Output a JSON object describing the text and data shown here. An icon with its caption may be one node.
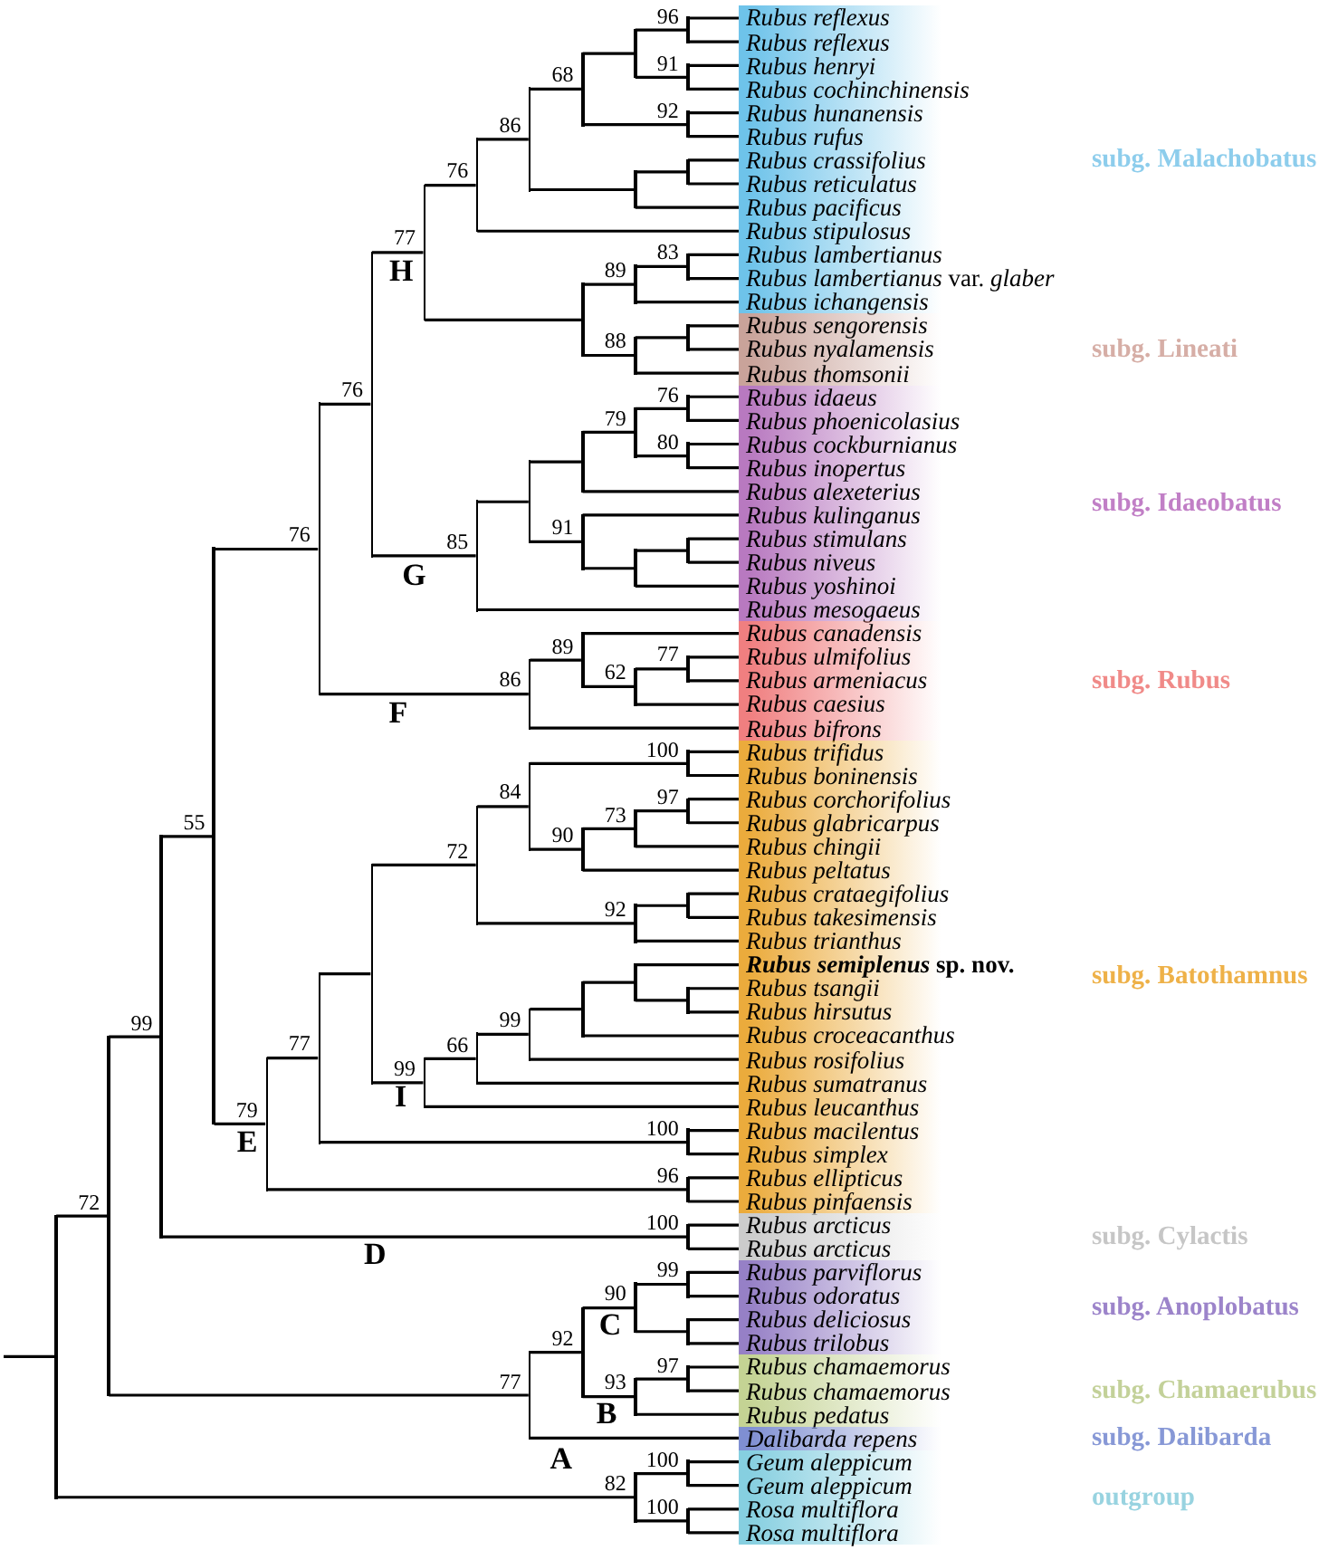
{
  "diagram": {
    "nodes": [
      {
        "text": [
          "subg. Malachobatus"
        ]
      },
      {
        "text": [
          "Rubus reflexus"
        ],
        "in": 0
      },
      {
        "text": [
          "Rubus reflexus"
        ],
        "in": 0
      },
      {
        "text": [
          "Rubus henryi"
        ],
        "in": 0
      },
      {
        "text": [
          "Rubus cochinchinensis"
        ],
        "in": 0
      },
      {
        "text": [
          "Rubus hunanensis"
        ],
        "in": 0
      },
      {
        "text": [
          "Rubus rufus"
        ],
        "in": 0
      },
      {
        "text": [
          "Rubus crassifolius"
        ],
        "in": 0
      },
      {
        "text": [
          "Rubus reticulatus"
        ],
        "in": 0
      },
      {
        "text": [
          "Rubus pacificus"
        ],
        "in": 0
      },
      {
        "text": [
          "Rubus stipulosus"
        ],
        "in": 0
      },
      {
        "text": [
          "Rubus lambertianus"
        ],
        "in": 0
      },
      {
        "text": [
          "*Rubus lambertianus* var. *glaber*"
        ],
        "in": 0
      },
      {
        "text": [
          "Rubus ichangensis"
        ],
        "in": 0
      },
      {
        "text": [
          "subg. Lineati"
        ]
      },
      {
        "text": [
          "Rubus sengorensis"
        ],
        "in": 14
      },
      {
        "text": [
          "Rubus nyalamensis"
        ],
        "in": 14
      },
      {
        "text": [
          "Rubus thomsonii"
        ],
        "in": 14
      },
      {
        "text": [
          "subg. Idaeobatus"
        ]
      },
      {
        "text": [
          "Rubus idaeus"
        ],
        "in": 18
      },
      {
        "text": [
          "Rubus phoenicolasius"
        ],
        "in": 18
      },
      {
        "text": [
          "Rubus cockburnianus"
        ],
        "in": 18
      },
      {
        "text": [
          "Rubus inopertus"
        ],
        "in": 18
      },
      {
        "text": [
          "Rubus alexeterius"
        ],
        "in": 18
      },
      {
        "text": [
          "Rubus kulinganus"
        ],
        "in": 18
      },
      {
        "text": [
          "Rubus stimulans"
        ],
        "in": 18
      },
      {
        "text": [
          "Rubus niveus"
        ],
        "in": 18
      },
      {
        "text": [
          "Rubus yoshinoi"
        ],
        "in": 18
      },
      {
        "text": [
          "Rubus mesogaeus"
        ],
        "in": 18
      },
      {
        "text": [
          "subg. Rubus"
        ]
      },
      {
        "text": [
          "Rubus canadensis"
        ],
        "in": 29
      },
      {
        "text": [
          "Rubus ulmifolius"
        ],
        "in": 29
      },
      {
        "text": [
          "Rubus armeniacus"
        ],
        "in": 29
      },
      {
        "text": [
          "Rubus caesius"
        ],
        "in": 29
      },
      {
        "text": [
          "Rubus bifrons"
        ],
        "in": 29
      },
      {
        "text": [
          "subg. Batothamnus"
        ]
      },
      {
        "text": [
          "Rubus trifidus"
        ],
        "in": 35
      },
      {
        "text": [
          "Rubus boninensis"
        ],
        "in": 35
      },
      {
        "text": [
          "Rubus corchorifolius"
        ],
        "in": 35
      },
      {
        "text": [
          "Rubus glabricarpus"
        ],
        "in": 35
      },
      {
        "text": [
          "Rubus chingii"
        ],
        "in": 35
      },
      {
        "text": [
          "Rubus peltatus"
        ],
        "in": 35
      },
      {
        "text": [
          "Rubus crataegifolius"
        ],
        "in": 35
      },
      {
        "text": [
          "Rubus takesimensis"
        ],
        "in": 35
      },
      {
        "text": [
          "Rubus trianthus"
        ],
        "in": 35
      },
      {
        "text": [
          "*Rubus semiplenus* sp. nov."
        ],
        "in": 35
      },
      {
        "text": [
          "Rubus tsangii"
        ],
        "in": 35
      },
      {
        "text": [
          "Rubus hirsutus"
        ],
        "in": 35
      },
      {
        "text": [
          "Rubus croceacanthus"
        ],
        "in": 35
      },
      {
        "text": [
          "Rubus rosifolius"
        ],
        "in": 35
      },
      {
        "text": [
          "Rubus sumatranus"
        ],
        "in": 35
      },
      {
        "text": [
          "Rubus leucanthus"
        ],
        "in": 35
      },
      {
        "text": [
          "Rubus macilentus"
        ],
        "in": 35
      },
      {
        "text": [
          "Rubus simplex"
        ],
        "in": 35
      },
      {
        "text": [
          "Rubus ellipticus"
        ],
        "in": 35
      },
      {
        "text": [
          "Rubus pinfaensis"
        ],
        "in": 35
      },
      {
        "text": [
          "subg. Cylactis"
        ]
      },
      {
        "text": [
          "Rubus arcticus"
        ],
        "in": 56
      },
      {
        "text": [
          "Rubus arcticus"
        ],
        "in": 56
      },
      {
        "text": [
          "subg. Anoplobatus"
        ]
      },
      {
        "text": [
          "Rubus parviflorus"
        ],
        "in": 59
      },
      {
        "text": [
          "Rubus odoratus"
        ],
        "in": 59
      },
      {
        "text": [
          "Rubus deliciosus"
        ],
        "in": 59
      },
      {
        "text": [
          "Rubus trilobus"
        ],
        "in": 59
      },
      {
        "text": [
          "subg. Chamaerubus"
        ]
      },
      {
        "text": [
          "Rubus chamaemorus"
        ],
        "in": 64
      },
      {
        "text": [
          "Rubus chamaemorus"
        ],
        "in": 64
      },
      {
        "text": [
          "Rubus pedatus"
        ],
        "in": 64
      },
      {
        "text": [
          "subg. Dalibarda"
        ]
      },
      {
        "text": [
          "Dalibarda repens"
        ],
        "in": 68
      },
      {
        "text": [
          "outgroup"
        ]
      },
      {
        "text": [
          "Geum aleppicum"
        ],
        "in": 70
      },
      {
        "text": [
          "Geum aleppicum"
        ],
        "in": 70
      },
      {
        "text": [
          "Rosa multiflora"
        ],
        "in": 70
      },
      {
        "text": [
          "Rosa multiflora"
        ],
        "in": 70
      },
      {
        "text": [],
        "shape": "line"
      },
      {
        "text": [],
        "shape": "line",
        "beside": [
          "72"
        ]
      },
      {
        "text": [],
        "shape": "line",
        "beside": [
          "99"
        ]
      },
      {
        "text": [],
        "shape": "line",
        "beside": [
          "55"
        ]
      },
      {
        "text": [],
        "shape": "line",
        "beside": [
          "76"
        ]
      },
      {
        "text": [],
        "shape": "line",
        "beside": [
          "76"
        ]
      },
      {
        "text": [],
        "shape": "line",
        "beside": [
          "77",
          "H"
        ]
      },
      {
        "text": [],
        "shape": "line",
        "beside": [
          "76"
        ]
      },
      {
        "text": [],
        "shape": "line",
        "beside": [
          "86"
        ]
      },
      {
        "text": [],
        "shape": "line",
        "beside": [
          "68"
        ]
      },
      {
        "text": [],
        "shape": "line"
      },
      {
        "text": [],
        "shape": "line",
        "beside": [
          "96"
        ]
      },
      {
        "text": [],
        "shape": "line",
        "beside": [
          "91"
        ]
      },
      {
        "text": [],
        "shape": "line",
        "beside": [
          "92"
        ]
      },
      {
        "text": [],
        "shape": "line"
      },
      {
        "text": [],
        "shape": "line"
      },
      {
        "text": [],
        "shape": "line"
      },
      {
        "text": [],
        "shape": "line",
        "beside": [
          "89"
        ]
      },
      {
        "text": [],
        "shape": "line",
        "beside": [
          "83"
        ]
      },
      {
        "text": [],
        "shape": "line",
        "beside": [
          "88"
        ]
      },
      {
        "text": [],
        "shape": "line"
      },
      {
        "text": [],
        "shape": "line",
        "beside": [
          "85",
          "G"
        ]
      },
      {
        "text": [],
        "shape": "line"
      },
      {
        "text": [],
        "shape": "line"
      },
      {
        "text": [],
        "shape": "line",
        "beside": [
          "79"
        ]
      },
      {
        "text": [],
        "shape": "line",
        "beside": [
          "76"
        ]
      },
      {
        "text": [],
        "shape": "line",
        "beside": [
          "80"
        ]
      },
      {
        "text": [],
        "shape": "line",
        "beside": [
          "91"
        ]
      },
      {
        "text": [],
        "shape": "line"
      },
      {
        "text": [],
        "shape": "line"
      },
      {
        "text": [],
        "shape": "line",
        "beside": [
          "86",
          "F"
        ]
      },
      {
        "text": [],
        "shape": "line",
        "beside": [
          "89"
        ]
      },
      {
        "text": [],
        "shape": "line",
        "beside": [
          "62"
        ]
      },
      {
        "text": [],
        "shape": "line",
        "beside": [
          "77"
        ]
      },
      {
        "text": [],
        "shape": "line",
        "beside": [
          "79",
          "E"
        ]
      },
      {
        "text": [],
        "shape": "line",
        "beside": [
          "77"
        ]
      },
      {
        "text": [],
        "shape": "line"
      },
      {
        "text": [],
        "shape": "line",
        "beside": [
          "72"
        ]
      },
      {
        "text": [],
        "shape": "line",
        "beside": [
          "84"
        ]
      },
      {
        "text": [],
        "shape": "line",
        "beside": [
          "100"
        ]
      },
      {
        "text": [],
        "shape": "line",
        "beside": [
          "90"
        ]
      },
      {
        "text": [],
        "shape": "line",
        "beside": [
          "73"
        ]
      },
      {
        "text": [],
        "shape": "line",
        "beside": [
          "97"
        ]
      },
      {
        "text": [],
        "shape": "line",
        "beside": [
          "92"
        ]
      },
      {
        "text": [],
        "shape": "line"
      },
      {
        "text": [],
        "shape": "line",
        "beside": [
          "99",
          "I"
        ]
      },
      {
        "text": [],
        "shape": "line",
        "beside": [
          "66"
        ]
      },
      {
        "text": [],
        "shape": "line",
        "beside": [
          "99"
        ]
      },
      {
        "text": [],
        "shape": "line"
      },
      {
        "text": [],
        "shape": "line"
      },
      {
        "text": [],
        "shape": "line"
      },
      {
        "text": [],
        "shape": "line",
        "beside": [
          "100"
        ]
      },
      {
        "text": [],
        "shape": "line",
        "beside": [
          "96"
        ]
      },
      {
        "text": [],
        "shape": "line",
        "beside": [
          "100"
        ]
      },
      {
        "text": [],
        "shape": "line",
        "beside": [
          "77",
          "A"
        ]
      },
      {
        "text": [],
        "shape": "line",
        "beside": [
          "92"
        ]
      },
      {
        "text": [],
        "shape": "line",
        "beside": [
          "90",
          "C"
        ]
      },
      {
        "text": [],
        "shape": "line",
        "beside": [
          "99"
        ]
      },
      {
        "text": [],
        "shape": "line"
      },
      {
        "text": [],
        "shape": "line",
        "beside": [
          "93",
          "B"
        ]
      },
      {
        "text": [],
        "shape": "line",
        "beside": [
          "97"
        ]
      },
      {
        "text": [],
        "shape": "line",
        "beside": [
          "82"
        ]
      },
      {
        "text": [],
        "shape": "line",
        "beside": [
          "100"
        ]
      },
      {
        "text": [],
        "shape": "line",
        "beside": [
          "100"
        ]
      }
    ],
    "edges": [
      {
        "from": null,
        "to": 75,
        "arrow": "none"
      },
      {
        "from": 75,
        "to": 76,
        "arrow": "none"
      },
      {
        "from": 75,
        "to": 136,
        "arrow": "none"
      },
      {
        "from": 76,
        "to": 77,
        "arrow": "none"
      },
      {
        "from": 76,
        "to": 129,
        "arrow": "none"
      },
      {
        "from": 77,
        "to": 78,
        "arrow": "none"
      },
      {
        "from": 77,
        "to": 128,
        "arrow": "none"
      },
      {
        "from": 78,
        "to": 79,
        "arrow": "none"
      },
      {
        "from": 78,
        "to": 109,
        "arrow": "none"
      },
      {
        "from": 79,
        "to": 80,
        "arrow": "none"
      },
      {
        "from": 79,
        "to": 105,
        "arrow": "none"
      },
      {
        "from": 80,
        "to": 81,
        "arrow": "none"
      },
      {
        "from": 80,
        "to": 96,
        "arrow": "none"
      },
      {
        "from": 81,
        "to": 82,
        "arrow": "none"
      },
      {
        "from": 81,
        "to": 91,
        "arrow": "none"
      },
      {
        "from": 82,
        "to": 83,
        "arrow": "none"
      },
      {
        "from": 82,
        "to": 10,
        "arrow": "none"
      },
      {
        "from": 83,
        "to": 84,
        "arrow": "none"
      },
      {
        "from": 83,
        "to": 89,
        "arrow": "none"
      },
      {
        "from": 84,
        "to": 85,
        "arrow": "none"
      },
      {
        "from": 84,
        "to": 88,
        "arrow": "none"
      },
      {
        "from": 85,
        "to": 86,
        "arrow": "none"
      },
      {
        "from": 85,
        "to": 87,
        "arrow": "none"
      },
      {
        "from": 86,
        "to": 1,
        "arrow": "none"
      },
      {
        "from": 86,
        "to": 2,
        "arrow": "none"
      },
      {
        "from": 87,
        "to": 3,
        "arrow": "none"
      },
      {
        "from": 87,
        "to": 4,
        "arrow": "none"
      },
      {
        "from": 88,
        "to": 5,
        "arrow": "none"
      },
      {
        "from": 88,
        "to": 6,
        "arrow": "none"
      },
      {
        "from": 89,
        "to": 90,
        "arrow": "none"
      },
      {
        "from": 89,
        "to": 9,
        "arrow": "none"
      },
      {
        "from": 90,
        "to": 7,
        "arrow": "none"
      },
      {
        "from": 90,
        "to": 8,
        "arrow": "none"
      },
      {
        "from": 91,
        "to": 92,
        "arrow": "none"
      },
      {
        "from": 91,
        "to": 94,
        "arrow": "none"
      },
      {
        "from": 92,
        "to": 93,
        "arrow": "none"
      },
      {
        "from": 92,
        "to": 13,
        "arrow": "none"
      },
      {
        "from": 93,
        "to": 11,
        "arrow": "none"
      },
      {
        "from": 93,
        "to": 12,
        "arrow": "none"
      },
      {
        "from": 94,
        "to": 95,
        "arrow": "none"
      },
      {
        "from": 94,
        "to": 17,
        "arrow": "none"
      },
      {
        "from": 95,
        "to": 15,
        "arrow": "none"
      },
      {
        "from": 95,
        "to": 16,
        "arrow": "none"
      },
      {
        "from": 96,
        "to": 97,
        "arrow": "none"
      },
      {
        "from": 96,
        "to": 28,
        "arrow": "none"
      },
      {
        "from": 97,
        "to": 98,
        "arrow": "none"
      },
      {
        "from": 97,
        "to": 102,
        "arrow": "none"
      },
      {
        "from": 98,
        "to": 99,
        "arrow": "none"
      },
      {
        "from": 98,
        "to": 23,
        "arrow": "none"
      },
      {
        "from": 99,
        "to": 100,
        "arrow": "none"
      },
      {
        "from": 99,
        "to": 101,
        "arrow": "none"
      },
      {
        "from": 100,
        "to": 19,
        "arrow": "none"
      },
      {
        "from": 100,
        "to": 20,
        "arrow": "none"
      },
      {
        "from": 101,
        "to": 21,
        "arrow": "none"
      },
      {
        "from": 101,
        "to": 22,
        "arrow": "none"
      },
      {
        "from": 102,
        "to": 24,
        "arrow": "none"
      },
      {
        "from": 102,
        "to": 103,
        "arrow": "none"
      },
      {
        "from": 103,
        "to": 104,
        "arrow": "none"
      },
      {
        "from": 103,
        "to": 27,
        "arrow": "none"
      },
      {
        "from": 104,
        "to": 25,
        "arrow": "none"
      },
      {
        "from": 104,
        "to": 26,
        "arrow": "none"
      },
      {
        "from": 105,
        "to": 106,
        "arrow": "none"
      },
      {
        "from": 105,
        "to": 34,
        "arrow": "none"
      },
      {
        "from": 106,
        "to": 30,
        "arrow": "none"
      },
      {
        "from": 106,
        "to": 107,
        "arrow": "none"
      },
      {
        "from": 107,
        "to": 108,
        "arrow": "none"
      },
      {
        "from": 107,
        "to": 33,
        "arrow": "none"
      },
      {
        "from": 108,
        "to": 31,
        "arrow": "none"
      },
      {
        "from": 108,
        "to": 32,
        "arrow": "none"
      },
      {
        "from": 109,
        "to": 110,
        "arrow": "none"
      },
      {
        "from": 109,
        "to": 127,
        "arrow": "none"
      },
      {
        "from": 110,
        "to": 111,
        "arrow": "none"
      },
      {
        "from": 110,
        "to": 126,
        "arrow": "none"
      },
      {
        "from": 111,
        "to": 112,
        "arrow": "none"
      },
      {
        "from": 111,
        "to": 120,
        "arrow": "none"
      },
      {
        "from": 112,
        "to": 113,
        "arrow": "none"
      },
      {
        "from": 112,
        "to": 118,
        "arrow": "none"
      },
      {
        "from": 113,
        "to": 114,
        "arrow": "none"
      },
      {
        "from": 113,
        "to": 115,
        "arrow": "none"
      },
      {
        "from": 114,
        "to": 36,
        "arrow": "none"
      },
      {
        "from": 114,
        "to": 37,
        "arrow": "none"
      },
      {
        "from": 115,
        "to": 116,
        "arrow": "none"
      },
      {
        "from": 115,
        "to": 41,
        "arrow": "none"
      },
      {
        "from": 116,
        "to": 117,
        "arrow": "none"
      },
      {
        "from": 116,
        "to": 40,
        "arrow": "none"
      },
      {
        "from": 117,
        "to": 38,
        "arrow": "none"
      },
      {
        "from": 117,
        "to": 39,
        "arrow": "none"
      },
      {
        "from": 118,
        "to": 119,
        "arrow": "none"
      },
      {
        "from": 118,
        "to": 44,
        "arrow": "none"
      },
      {
        "from": 119,
        "to": 42,
        "arrow": "none"
      },
      {
        "from": 119,
        "to": 43,
        "arrow": "none"
      },
      {
        "from": 120,
        "to": 121,
        "arrow": "none"
      },
      {
        "from": 120,
        "to": 51,
        "arrow": "none"
      },
      {
        "from": 121,
        "to": 122,
        "arrow": "none"
      },
      {
        "from": 121,
        "to": 50,
        "arrow": "none"
      },
      {
        "from": 122,
        "to": 123,
        "arrow": "none"
      },
      {
        "from": 122,
        "to": 49,
        "arrow": "none"
      },
      {
        "from": 123,
        "to": 124,
        "arrow": "none"
      },
      {
        "from": 123,
        "to": 48,
        "arrow": "none"
      },
      {
        "from": 124,
        "to": 45,
        "arrow": "none"
      },
      {
        "from": 124,
        "to": 125,
        "arrow": "none"
      },
      {
        "from": 125,
        "to": 46,
        "arrow": "none"
      },
      {
        "from": 125,
        "to": 47,
        "arrow": "none"
      },
      {
        "from": 126,
        "to": 52,
        "arrow": "none"
      },
      {
        "from": 126,
        "to": 53,
        "arrow": "none"
      },
      {
        "from": 127,
        "to": 54,
        "arrow": "none"
      },
      {
        "from": 127,
        "to": 55,
        "arrow": "none"
      },
      {
        "from": 128,
        "to": 57,
        "arrow": "none"
      },
      {
        "from": 128,
        "to": 58,
        "arrow": "none"
      },
      {
        "from": 129,
        "to": 130,
        "arrow": "none"
      },
      {
        "from": 129,
        "to": 69,
        "arrow": "none"
      },
      {
        "from": 130,
        "to": 131,
        "arrow": "none"
      },
      {
        "from": 130,
        "to": 134,
        "arrow": "none"
      },
      {
        "from": 131,
        "to": 132,
        "arrow": "none"
      },
      {
        "from": 131,
        "to": 133,
        "arrow": "none"
      },
      {
        "from": 132,
        "to": 60,
        "arrow": "none"
      },
      {
        "from": 132,
        "to": 61,
        "arrow": "none"
      },
      {
        "from": 133,
        "to": 62,
        "arrow": "none"
      },
      {
        "from": 133,
        "to": 63,
        "arrow": "none"
      },
      {
        "from": 134,
        "to": 135,
        "arrow": "none"
      },
      {
        "from": 134,
        "to": 67,
        "arrow": "none"
      },
      {
        "from": 135,
        "to": 65,
        "arrow": "none"
      },
      {
        "from": 135,
        "to": 66,
        "arrow": "none"
      },
      {
        "from": 136,
        "to": 137,
        "arrow": "none"
      },
      {
        "from": 136,
        "to": 138,
        "arrow": "none"
      },
      {
        "from": 137,
        "to": 71,
        "arrow": "none"
      },
      {
        "from": 137,
        "to": 72,
        "arrow": "none"
      },
      {
        "from": 138,
        "to": 73,
        "arrow": "none"
      },
      {
        "from": 138,
        "to": 74,
        "arrow": "none"
      }
    ],
    "labels": [
      "D"
    ]
  }
}
